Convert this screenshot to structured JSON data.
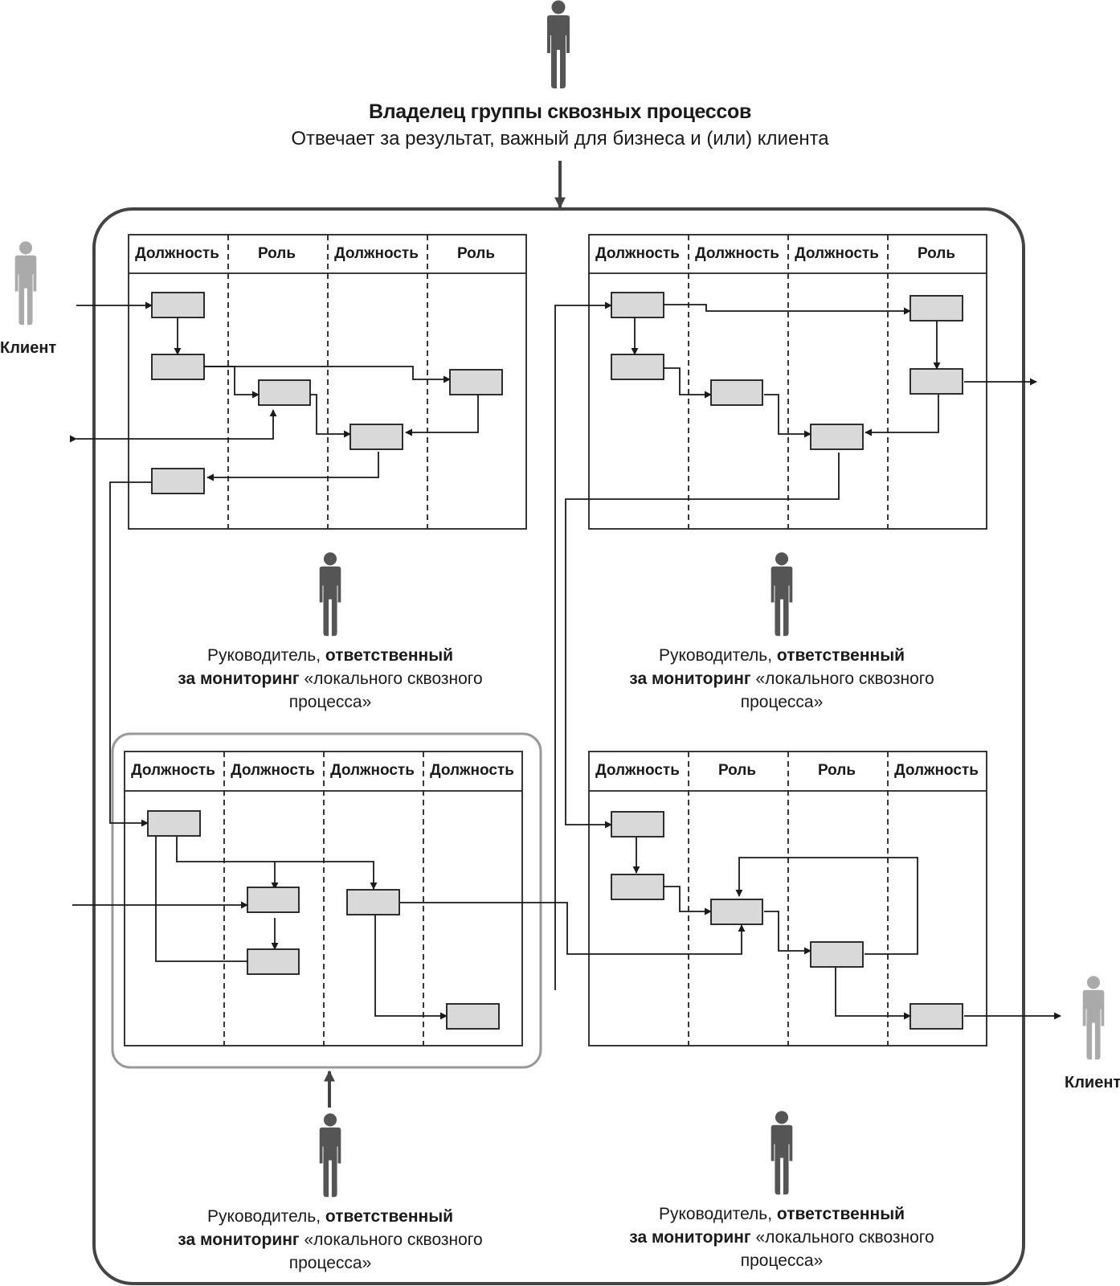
{
  "owner": {
    "title": "Владелец группы сквозных процессов",
    "description": "Отвечает за результат, важный для бизнеса и (или) клиента"
  },
  "client_label": "Клиент",
  "panels": [
    {
      "id": "top-left",
      "headers": [
        "Должность",
        "Роль",
        "Должность",
        "Роль"
      ]
    },
    {
      "id": "top-right",
      "headers": [
        "Должность",
        "Должность",
        "Должность",
        "Роль"
      ]
    },
    {
      "id": "bottom-left",
      "headers": [
        "Должность",
        "Должность",
        "Должность",
        "Должность"
      ]
    },
    {
      "id": "bottom-right",
      "headers": [
        "Должность",
        "Роль",
        "Роль",
        "Должность"
      ]
    }
  ],
  "manager": {
    "prefix": "Руководитель, ",
    "bold1": "ответственный",
    "bold2": "за мониторинг",
    "rest1": " «локального сквозного",
    "rest2": "процесса»"
  },
  "colors": {
    "person_dark": "#555555",
    "person_light": "#aaaaaa",
    "task_fill": "#d9d9d9",
    "frame": "#444444",
    "highlight_frame": "#999999"
  }
}
